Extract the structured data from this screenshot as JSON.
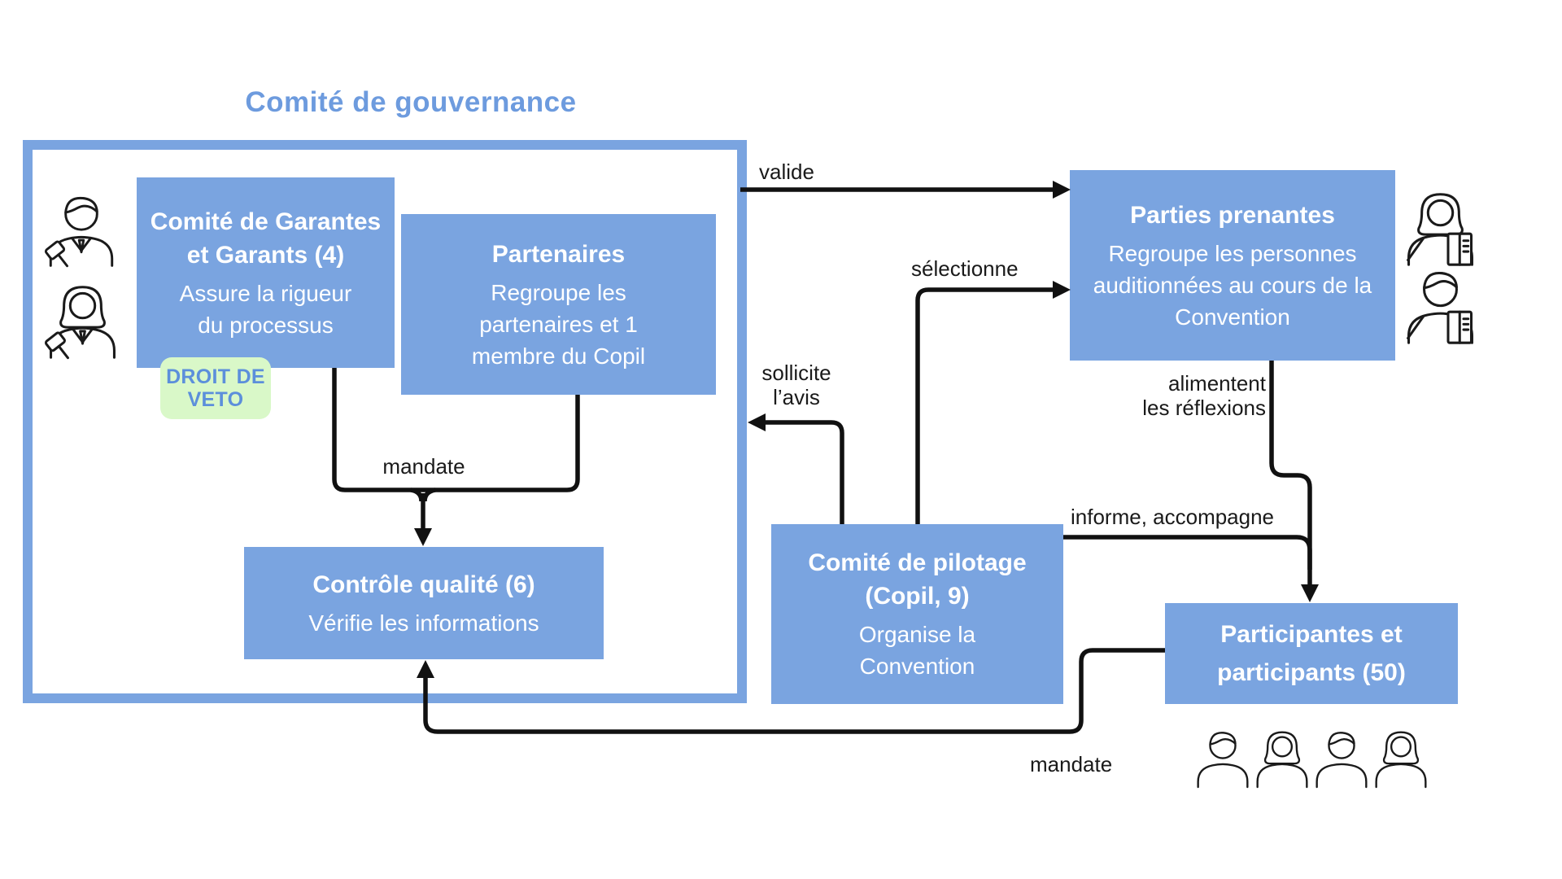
{
  "title": "Comité de gouvernance",
  "colors": {
    "box_blue": "#7AA4E0",
    "title_blue": "#6D9BDE",
    "veto_text": "#5C8FDB",
    "veto_bg": "#D9F8C8",
    "line": "#111111",
    "label_ink": "#1A1A1A",
    "text_on_blue": "#FFFFFF"
  },
  "boxes": {
    "garantes": {
      "title_lines": [
        "Comité de Garantes",
        "et Garants (4)"
      ],
      "body_lines": [
        "Assure la rigueur",
        "du processus"
      ]
    },
    "partenaires": {
      "title_lines": [
        "Partenaires"
      ],
      "body_lines": [
        "Regroupe les",
        "partenaires et 1",
        "membre du Copil"
      ]
    },
    "controle": {
      "title_lines": [
        "Contrôle qualité (6)"
      ],
      "body_lines": [
        "Vérifie les informations"
      ]
    },
    "copil": {
      "title_lines": [
        "Comité de pilotage",
        "(Copil, 9)"
      ],
      "body_lines": [
        "Organise la",
        "Convention"
      ]
    },
    "parties": {
      "title_lines": [
        "Parties prenantes"
      ],
      "body_lines": [
        "Regroupe les personnes",
        "auditionnées au cours de la",
        "Convention"
      ]
    },
    "participants": {
      "title_lines": [
        "Participantes et",
        "participants (50)"
      ]
    }
  },
  "badge": {
    "lines": [
      "DROIT DE",
      "VETO"
    ]
  },
  "edge_labels": {
    "valide": "valide",
    "selectionne": "sélectionne",
    "sollicite": [
      "sollicite",
      "l’avis"
    ],
    "mandate_top": "mandate",
    "informe": "informe, accompagne",
    "alimentent": [
      "alimentent",
      "les réflexions"
    ],
    "mandate_bottom": "mandate"
  },
  "icons": {
    "garantes_left": [
      "judge-man-gavel-icon",
      "judge-woman-gavel-icon"
    ],
    "parties_right": [
      "presenter-woman-icon",
      "presenter-man-icon"
    ],
    "participants_row": [
      "man-bust-icon",
      "woman-bust-icon",
      "man-bust-icon",
      "woman-bust-icon"
    ]
  }
}
